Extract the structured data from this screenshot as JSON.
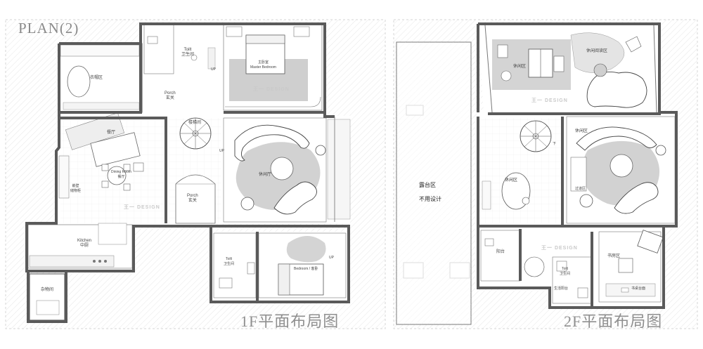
{
  "plan_title": "PLAN(2)",
  "watermark": "王一 DESIGN",
  "floor1": {
    "caption": "1F平面布局图",
    "rooms": {
      "walkin": "衣帽区",
      "toilet_top": "Toilt\n卫生间",
      "master_bed": "主卧室\nMaster Bedroom",
      "porch_top": "Porch\n玄关",
      "dining_label": "餐厅",
      "dining_room": "Dining Room\n餐厅",
      "stairs": "楼梯间",
      "porch_mid": "Porch\n玄关",
      "leisure": "休闲厅",
      "cabinet": "嵌壁\n储物柜",
      "kitchen": "Kitchen\n中厨",
      "storage": "杂物间",
      "toilet_bottom": "Toilt\n卫生间",
      "bedroom": "Bedroom / 客卧"
    },
    "marks": [
      "UP",
      "UP",
      "UP"
    ]
  },
  "floor2": {
    "caption": "2F平面布局图",
    "rooms": {
      "terrace": "露台区",
      "unused": "不用设计",
      "rest": "休闲区",
      "reading": "休闲阅读区",
      "stairs2": "休闲区",
      "study": "休闲区",
      "tea": "过道区",
      "balcony": "阳台",
      "toilet2": "Toilt\n卫生间",
      "laundry": "生活阳台",
      "study2": "书房区",
      "desk": "书桌台面"
    },
    "marks": [
      "下"
    ]
  }
}
